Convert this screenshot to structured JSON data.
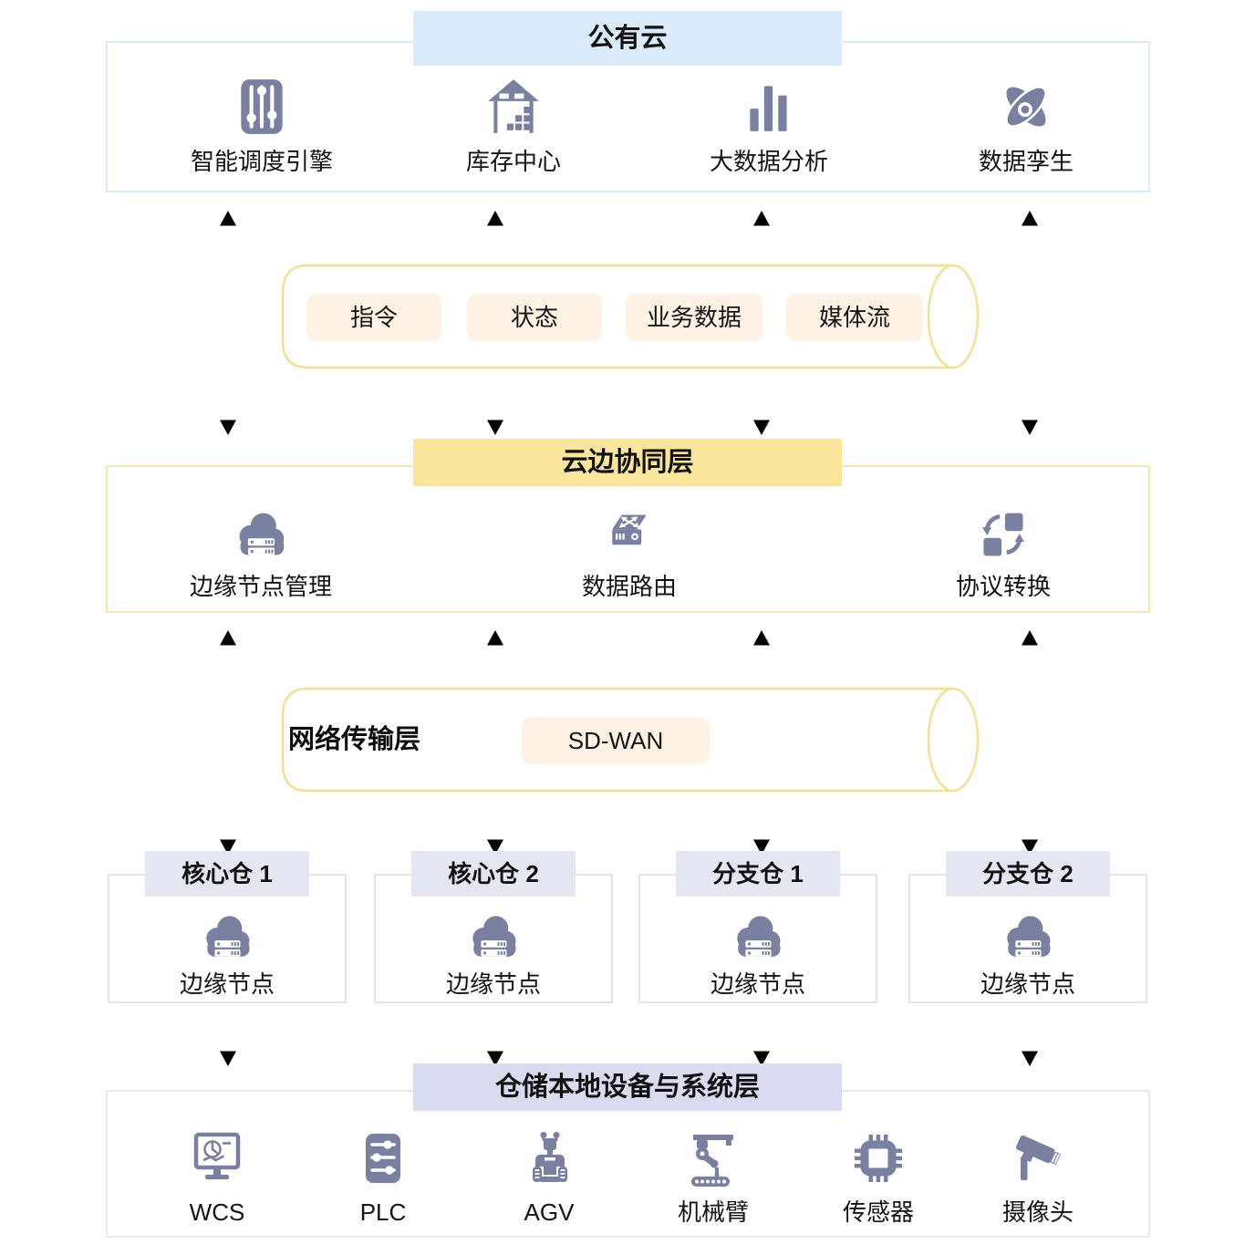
{
  "colors": {
    "arrow_blue": "#1677E8",
    "icon_gray_purple": "#7A80A0",
    "public_cloud_header_bg": "#D9EAFB",
    "public_cloud_border": "#DCE9F8",
    "cloud_edge_header_bg": "#FAE59C",
    "cloud_edge_border": "#F6E8AC",
    "pipe_border": "#F2E096",
    "pipe_chip_bg": "#FDF2E3",
    "warehouse_header_bg": "#E4E6F1",
    "warehouse_border": "#E0E4F1",
    "local_header_bg": "#D9DCF0",
    "local_border": "#E4E7F3"
  },
  "public_cloud": {
    "title": "公有云",
    "items": [
      {
        "label": "智能调度引擎",
        "icon": "sliders-icon"
      },
      {
        "label": "库存中心",
        "icon": "warehouse-icon"
      },
      {
        "label": "大数据分析",
        "icon": "bar-chart-icon"
      },
      {
        "label": "数据孪生",
        "icon": "data-twin-icon"
      }
    ]
  },
  "data_pipe": {
    "labels": [
      "指令",
      "状态",
      "业务数据",
      "媒体流"
    ]
  },
  "cloud_edge": {
    "title": "云边协同层",
    "items": [
      {
        "label": "边缘节点管理",
        "icon": "edge-cloud-server-icon"
      },
      {
        "label": "数据路由",
        "icon": "data-router-icon"
      },
      {
        "label": "协议转换",
        "icon": "protocol-swap-icon"
      }
    ]
  },
  "network": {
    "title": "网络传输层",
    "badge": "SD-WAN"
  },
  "warehouses": [
    {
      "title": "核心仓 1",
      "node": "边缘节点",
      "icon": "edge-cloud-server-icon"
    },
    {
      "title": "核心仓 2",
      "node": "边缘节点",
      "icon": "edge-cloud-server-icon"
    },
    {
      "title": "分支仓 1",
      "node": "边缘节点",
      "icon": "edge-cloud-server-icon"
    },
    {
      "title": "分支仓 2",
      "node": "边缘节点",
      "icon": "edge-cloud-server-icon"
    }
  ],
  "local_layer": {
    "title": "仓储本地设备与系统层",
    "items": [
      {
        "label": "WCS",
        "icon": "wcs-monitor-icon"
      },
      {
        "label": "PLC",
        "icon": "plc-controller-icon"
      },
      {
        "label": "AGV",
        "icon": "agv-robot-icon"
      },
      {
        "label": "机械臂",
        "icon": "robotic-arm-icon"
      },
      {
        "label": "传感器",
        "icon": "sensor-chip-icon"
      },
      {
        "label": "摄像头",
        "icon": "cctv-camera-icon"
      }
    ]
  }
}
